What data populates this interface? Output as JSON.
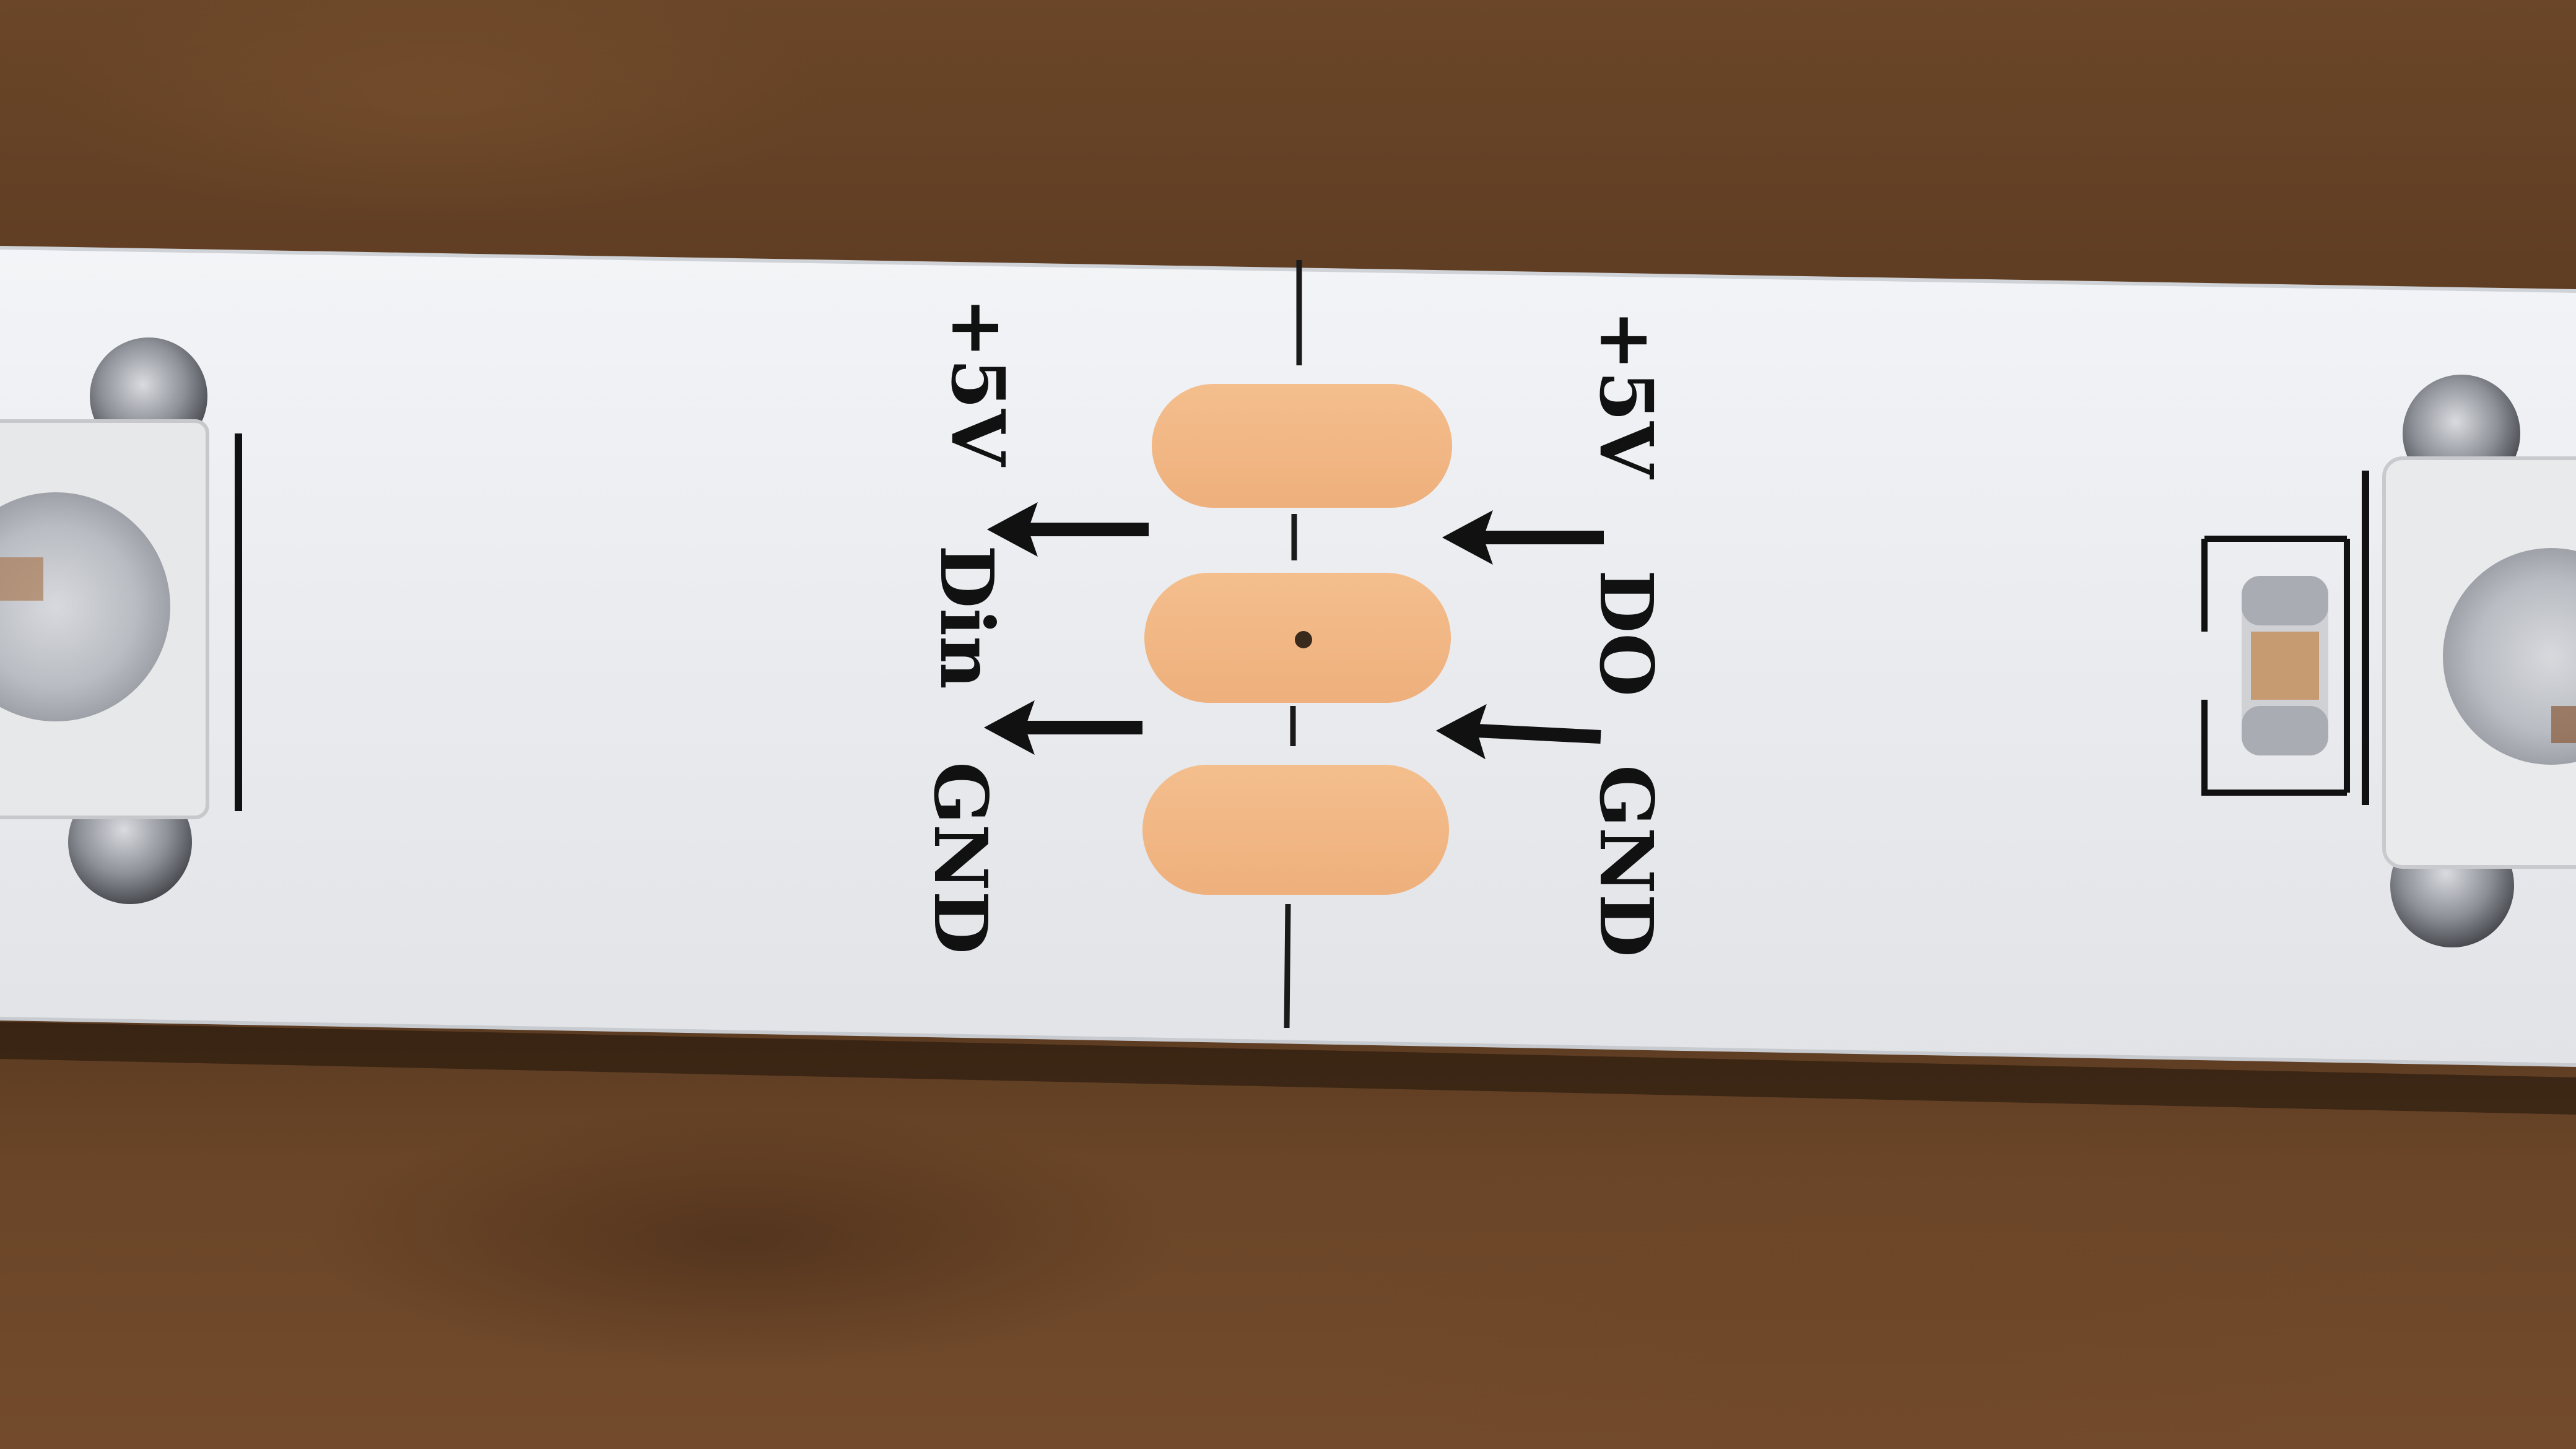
{
  "labels": {
    "right_vplus": "+5V",
    "right_do": "DO",
    "right_gnd": "GND",
    "left_vplus": "+5V",
    "left_din": "Din",
    "left_gnd": "GND"
  },
  "colors": {
    "strip": "#eef0f3",
    "pad": "#f2b784",
    "ink": "#111111",
    "wood": "#5a3a22"
  }
}
